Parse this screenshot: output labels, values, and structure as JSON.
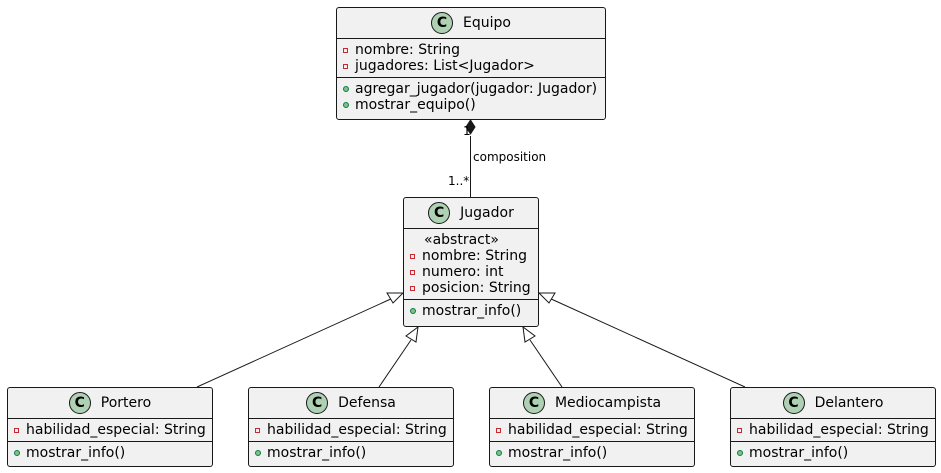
{
  "classes": {
    "equipo": {
      "name": "Equipo",
      "badge": "C",
      "attributes": [
        {
          "visibility": "private",
          "text": "nombre: String"
        },
        {
          "visibility": "private",
          "text": "jugadores: List<Jugador>"
        }
      ],
      "methods": [
        {
          "visibility": "public",
          "text": "agregar_jugador(jugador: Jugador)"
        },
        {
          "visibility": "public",
          "text": "mostrar_equipo()"
        }
      ]
    },
    "jugador": {
      "name": "Jugador",
      "badge": "C",
      "stereotype": "«abstract»",
      "attributes": [
        {
          "visibility": "private",
          "text": "nombre: String"
        },
        {
          "visibility": "private",
          "text": "numero: int"
        },
        {
          "visibility": "private",
          "text": "posicion: String"
        }
      ],
      "methods": [
        {
          "visibility": "public",
          "text": "mostrar_info()"
        }
      ]
    },
    "portero": {
      "name": "Portero",
      "badge": "C",
      "attributes": [
        {
          "visibility": "private",
          "text": "habilidad_especial: String"
        }
      ],
      "methods": [
        {
          "visibility": "public",
          "text": "mostrar_info()"
        }
      ]
    },
    "defensa": {
      "name": "Defensa",
      "badge": "C",
      "attributes": [
        {
          "visibility": "private",
          "text": "habilidad_especial: String"
        }
      ],
      "methods": [
        {
          "visibility": "public",
          "text": "mostrar_info()"
        }
      ]
    },
    "mediocampista": {
      "name": "Mediocampista",
      "badge": "C",
      "attributes": [
        {
          "visibility": "private",
          "text": "habilidad_especial: String"
        }
      ],
      "methods": [
        {
          "visibility": "public",
          "text": "mostrar_info()"
        }
      ]
    },
    "delantero": {
      "name": "Delantero",
      "badge": "C",
      "attributes": [
        {
          "visibility": "private",
          "text": "habilidad_especial: String"
        }
      ],
      "methods": [
        {
          "visibility": "public",
          "text": "mostrar_info()"
        }
      ]
    }
  },
  "relations": {
    "composition": {
      "label": "composition",
      "source_multiplicity": "1",
      "target_multiplicity": "1..*"
    },
    "inheritance_targets": [
      "portero",
      "defensa",
      "mediocampista",
      "delantero"
    ]
  },
  "colors": {
    "class_fill": "#f1f1f1",
    "border": "#181818",
    "badge_fill": "#add1b2",
    "private_marker": "#c82930",
    "public_marker_fill": "#84be84",
    "public_marker_border": "#038048"
  }
}
